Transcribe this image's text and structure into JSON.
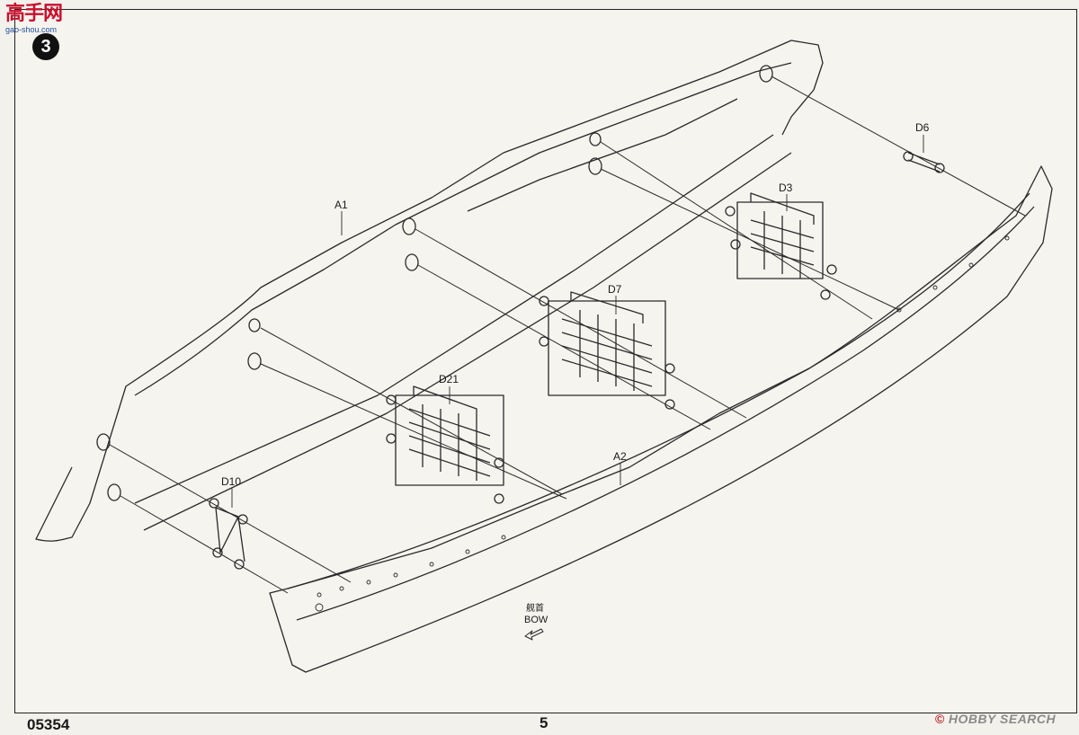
{
  "logo": {
    "text": "高手网",
    "sub": "gao-shou.com"
  },
  "step": {
    "number": "3"
  },
  "labels": {
    "a1": "A1",
    "a2": "A2",
    "d3": "D3",
    "d6": "D6",
    "d7": "D7",
    "d10": "D10",
    "d21": "D21"
  },
  "direction": {
    "chinese": "舰首",
    "english": "BOW",
    "arrow_icon": "arrow-down-left-icon"
  },
  "footer": {
    "kit_number": "05354",
    "page_number": "5",
    "watermark": "HOBBY SEARCH",
    "watermark_mark": "©"
  },
  "colors": {
    "line": "#2a2a2a",
    "paper": "#f6f4ef",
    "logo_red": "#c8102e"
  }
}
